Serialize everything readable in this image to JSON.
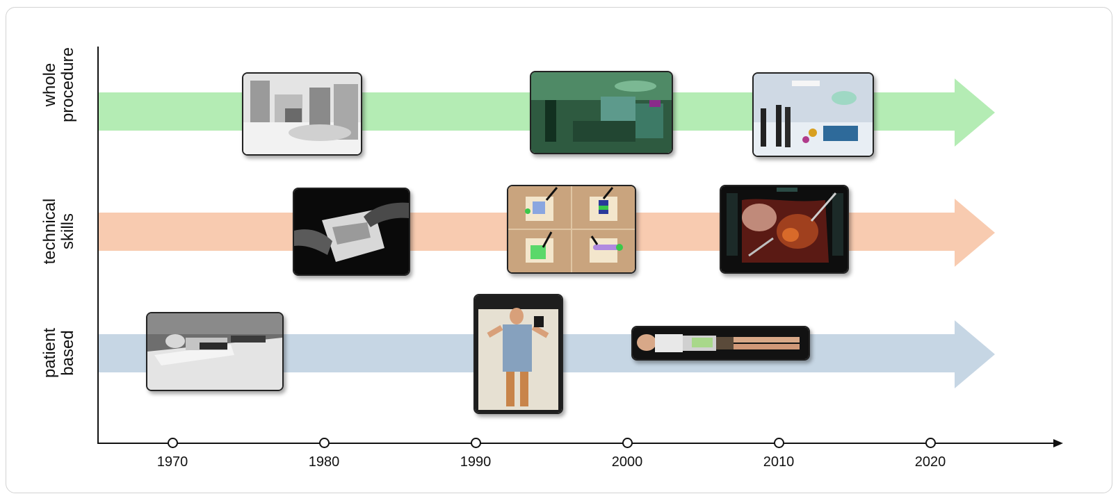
{
  "rows": [
    {
      "label_line1": "whole",
      "label_line2": "procedure",
      "color": "#b4ecb4"
    },
    {
      "label_line1": "technical",
      "label_line2": "skills",
      "color": "#f8cbb0"
    },
    {
      "label_line1": "patient",
      "label_line2": "based",
      "color": "#c6d6e4"
    }
  ],
  "x_axis": {
    "ticks": [
      "1970",
      "1980",
      "1990",
      "2000",
      "2010",
      "2020"
    ]
  },
  "images": [
    {
      "name": "1970s operating room simulation photo",
      "row": "whole procedure",
      "tone": "grayscale"
    },
    {
      "name": "1990s operating room team simulation photo",
      "row": "whole procedure",
      "tone": "green"
    },
    {
      "name": "2010s virtual operating room photo",
      "row": "whole procedure",
      "tone": "color"
    },
    {
      "name": "1980s hands-on bench trainer photo",
      "row": "technical skills",
      "tone": "grayscale"
    },
    {
      "name": "1990s virtual reality task trainer screenshots",
      "row": "technical skills",
      "tone": "color"
    },
    {
      "name": "2000s virtual surgery simulator screen",
      "row": "technical skills",
      "tone": "color"
    },
    {
      "name": "1970s patient mannequin photo",
      "row": "patient based",
      "tone": "grayscale"
    },
    {
      "name": "1990s full-body patient mannequin photo",
      "row": "patient based",
      "tone": "color"
    },
    {
      "name": "2000s lying patient simulator photo",
      "row": "patient based",
      "tone": "color"
    }
  ]
}
